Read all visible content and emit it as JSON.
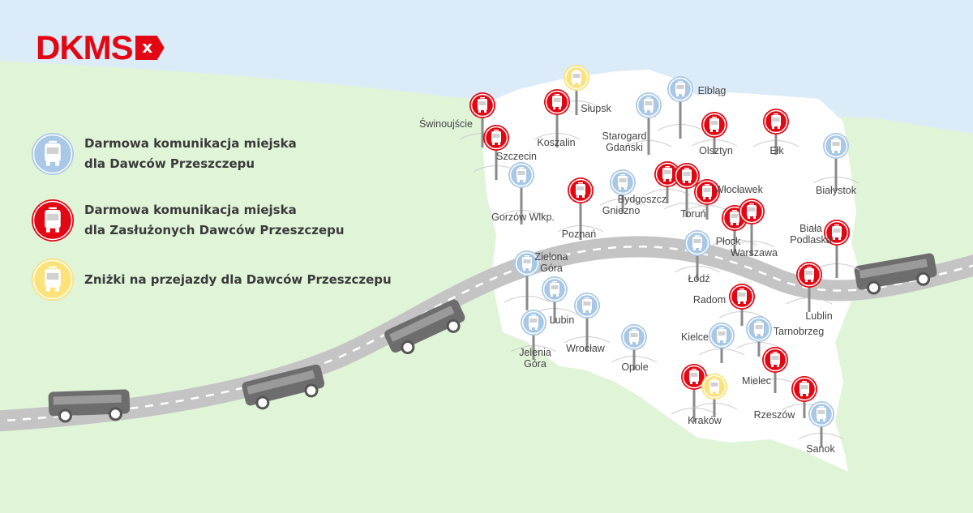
{
  "logo": {
    "text": "DKMS",
    "tag": "x"
  },
  "colors": {
    "blue": "#a9c8e6",
    "red": "#e30613",
    "yellow": "#fbe27a",
    "sky": "#dcebf8",
    "land": "#e0f4d8",
    "road": "#c4c4c4"
  },
  "legend": [
    {
      "type": "blue",
      "line1": "Darmowa komunikacja miejska",
      "line2": "dla Dawców Przeszczepu"
    },
    {
      "type": "red",
      "line1": "Darmowa komunikacja miejska",
      "line2": "dla Zasłużonych Dawców Przeszczepu"
    },
    {
      "type": "yellow",
      "line1": "Zniżki na przejazdy dla Dawców Przeszczepu",
      "line2": ""
    }
  ],
  "cities": [
    {
      "name": "Świnoujście",
      "type": "red"
    },
    {
      "name": "Szczecin",
      "type": "red"
    },
    {
      "name": "Słupsk",
      "type": "yellow"
    },
    {
      "name": "Koszalin",
      "type": "red"
    },
    {
      "name": "Starogard Gdański",
      "type": "blue"
    },
    {
      "name": "Elbląg",
      "type": "blue"
    },
    {
      "name": "Olsztyn",
      "type": "red"
    },
    {
      "name": "Ełk",
      "type": "red"
    },
    {
      "name": "Białystok",
      "type": "blue"
    },
    {
      "name": "Gorzów Wlkp.",
      "type": "blue"
    },
    {
      "name": "Poznań",
      "type": "red"
    },
    {
      "name": "Gniezno",
      "type": "blue"
    },
    {
      "name": "Bydgoszcz",
      "type": "red"
    },
    {
      "name": "Toruń",
      "type": "red"
    },
    {
      "name": "Włocławek",
      "type": "red"
    },
    {
      "name": "Płock",
      "type": "red"
    },
    {
      "name": "Warszawa",
      "type": "red"
    },
    {
      "name": "Biała Podlaska",
      "type": "red"
    },
    {
      "name": "Łódź",
      "type": "blue"
    },
    {
      "name": "Zielona Góra",
      "type": "blue"
    },
    {
      "name": "Lubin",
      "type": "blue"
    },
    {
      "name": "Jelenia Góra",
      "type": "blue"
    },
    {
      "name": "Wrocław",
      "type": "blue"
    },
    {
      "name": "Opole",
      "type": "blue"
    },
    {
      "name": "Radom",
      "type": "red"
    },
    {
      "name": "Lublin",
      "type": "red"
    },
    {
      "name": "Kielce",
      "type": "blue"
    },
    {
      "name": "Tarnobrzeg",
      "type": "blue"
    },
    {
      "name": "Mielec",
      "type": "red"
    },
    {
      "name": "Kraków",
      "type": "red"
    },
    {
      "name": "Kraków",
      "type": "yellow"
    },
    {
      "name": "Rzeszów",
      "type": "red"
    },
    {
      "name": "Sanok",
      "type": "blue"
    }
  ]
}
